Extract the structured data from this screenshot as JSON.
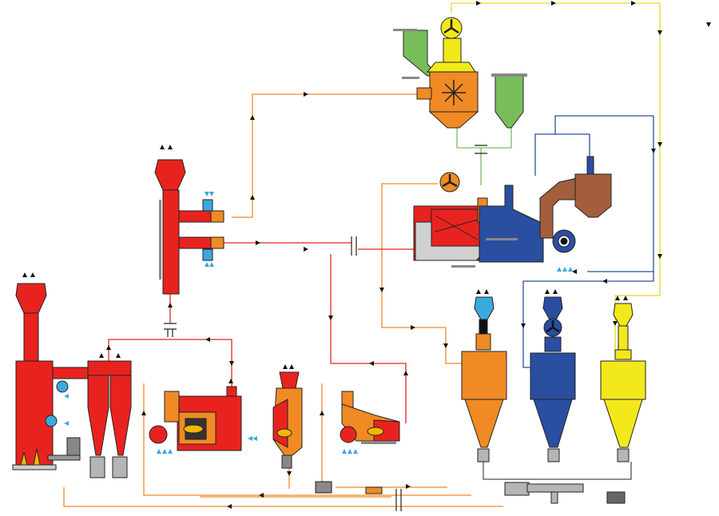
{
  "colors": {
    "hot_gas": "#e8231f",
    "orange_unit": "#f08a24",
    "orange_line": "#f0892a",
    "yellow": "#f3e81a",
    "yellow_line": "#e8dc1e",
    "blue": "#2a4ea0",
    "blue_line": "#2a4ea0",
    "light_blue": "#3aa9e0",
    "green": "#79bd5a",
    "brown": "#a35f3d",
    "grey": "#b5b5b5",
    "outline": "#222222",
    "flame": "#f5b800"
  },
  "icons": {
    "fan": "fan-icon",
    "arrow": "flow-arrow-icon",
    "air_inlet": "air-inlet-arrows-icon",
    "flame": "flame-icon",
    "valve": "valve-icon"
  },
  "equipment": {
    "stack_left": "tall-red-stack",
    "scrubber_tower": "red-scrubber-tower",
    "twin_cyclones": "red-twin-cyclones",
    "furnace_large": "red-furnace-large",
    "hot_gas_generator_middle": "orange-hot-gas-generator",
    "hot_gas_generator_small": "orange-small-furnace",
    "top_separator": "yellow-orange-separator",
    "green_silo_left": "green-silo-left",
    "green_silo_right": "green-silo-right",
    "red_dryer": "red-rotary-dryer",
    "blue_mill": "blue-mill",
    "brown_cyclone": "brown-cyclone",
    "orange_cyclone": "orange-cyclone-filter",
    "blue_cyclone": "blue-cyclone-filter",
    "yellow_cyclone": "yellow-cyclone-filter",
    "bottom_conveyor": "grey-screw-conveyor"
  }
}
